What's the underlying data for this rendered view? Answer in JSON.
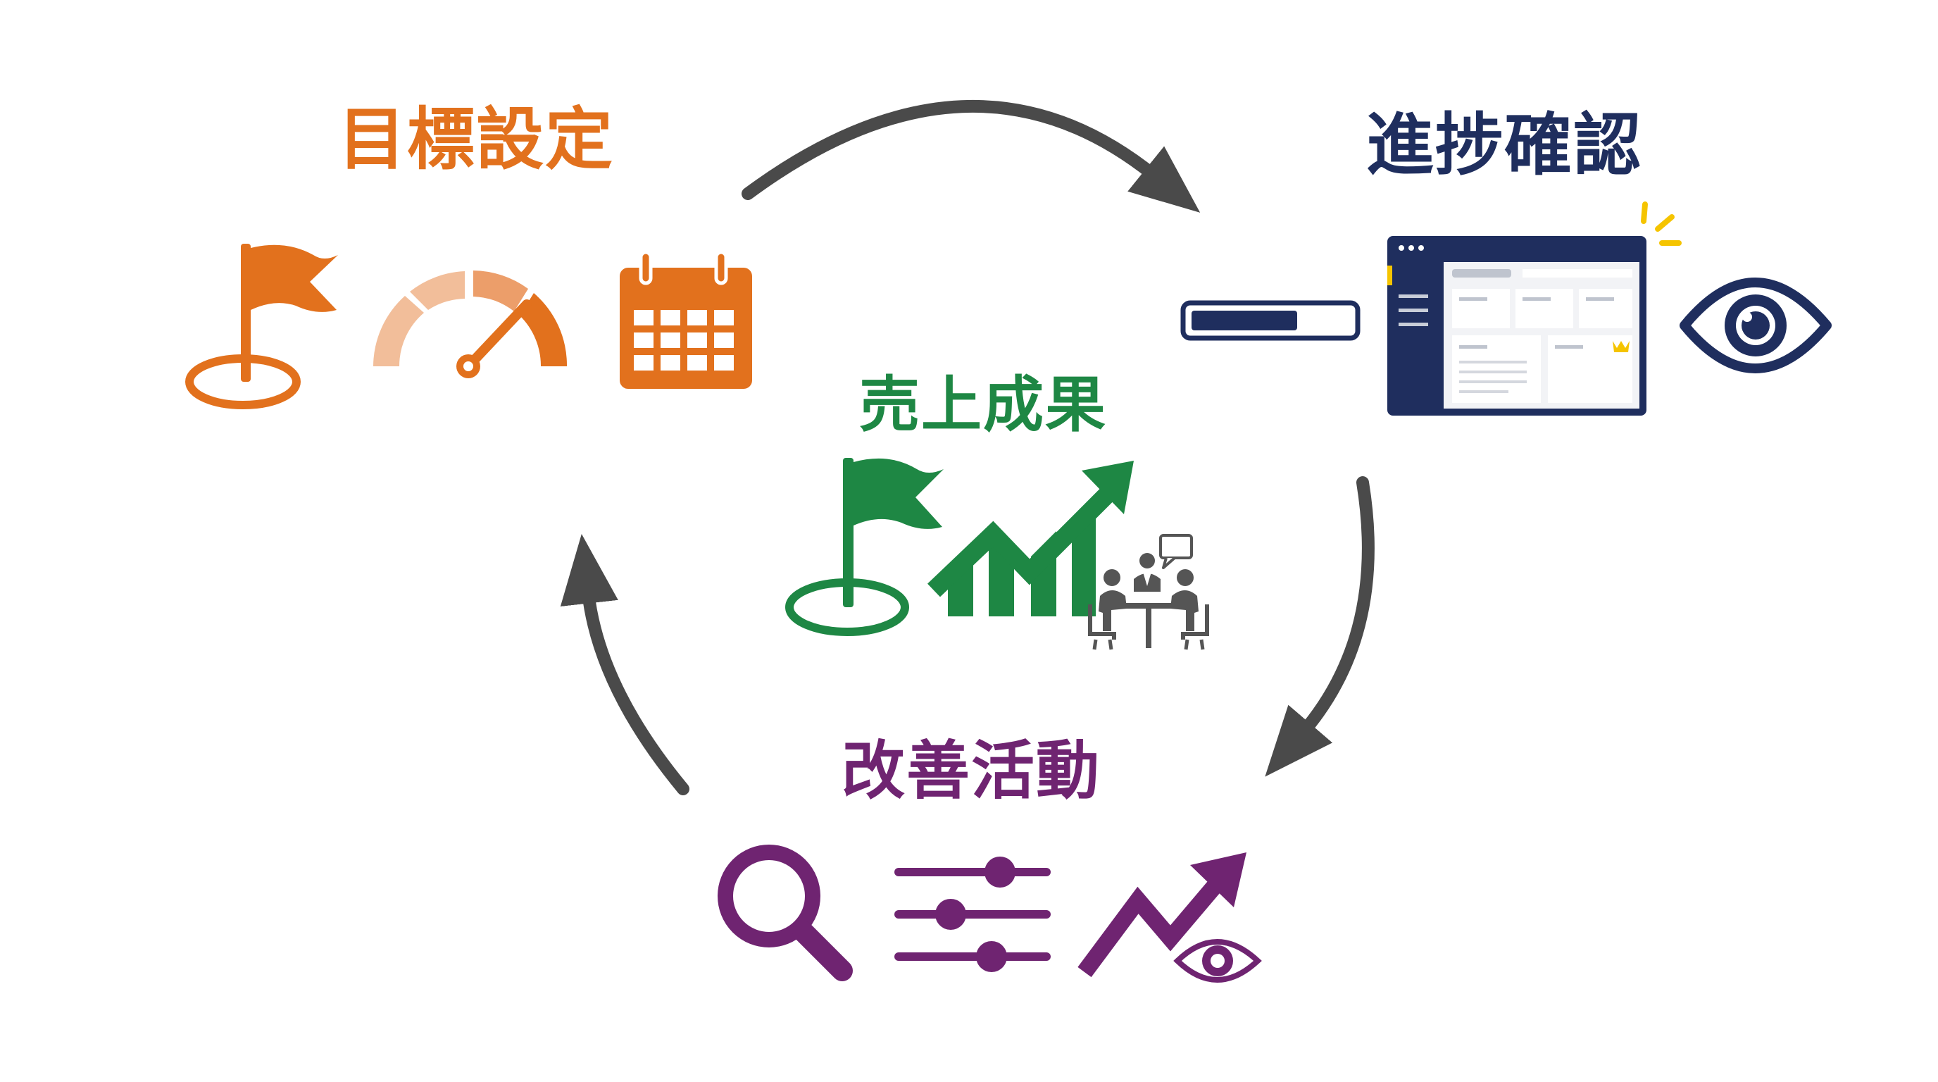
{
  "colors": {
    "goal": "#E2711D",
    "goal_light": "#F2BE9A",
    "goal_mid": "#EC9E6A",
    "progress": "#1F2E5E",
    "progress_accent": "#F5C400",
    "result": "#1E8744",
    "improve": "#6F2471",
    "arrow": "#4A4A4A",
    "people": "#555555"
  },
  "stages": {
    "goal": {
      "title": "目標設定",
      "icons": [
        "flag-icon",
        "gauge-icon",
        "calendar-icon"
      ]
    },
    "progress": {
      "title": "進捗確認",
      "icons": [
        "progress-bar-icon",
        "dashboard-icon",
        "eye-icon"
      ]
    },
    "result": {
      "title": "売上成果",
      "icons": [
        "flag-icon",
        "growth-chart-icon",
        "meeting-icon"
      ]
    },
    "improve": {
      "title": "改善活動",
      "icons": [
        "magnifier-icon",
        "sliders-icon",
        "trend-eye-icon"
      ]
    }
  },
  "cycle_arrows": [
    "arrow-goal-to-progress",
    "arrow-progress-to-improve",
    "arrow-improve-to-goal"
  ]
}
